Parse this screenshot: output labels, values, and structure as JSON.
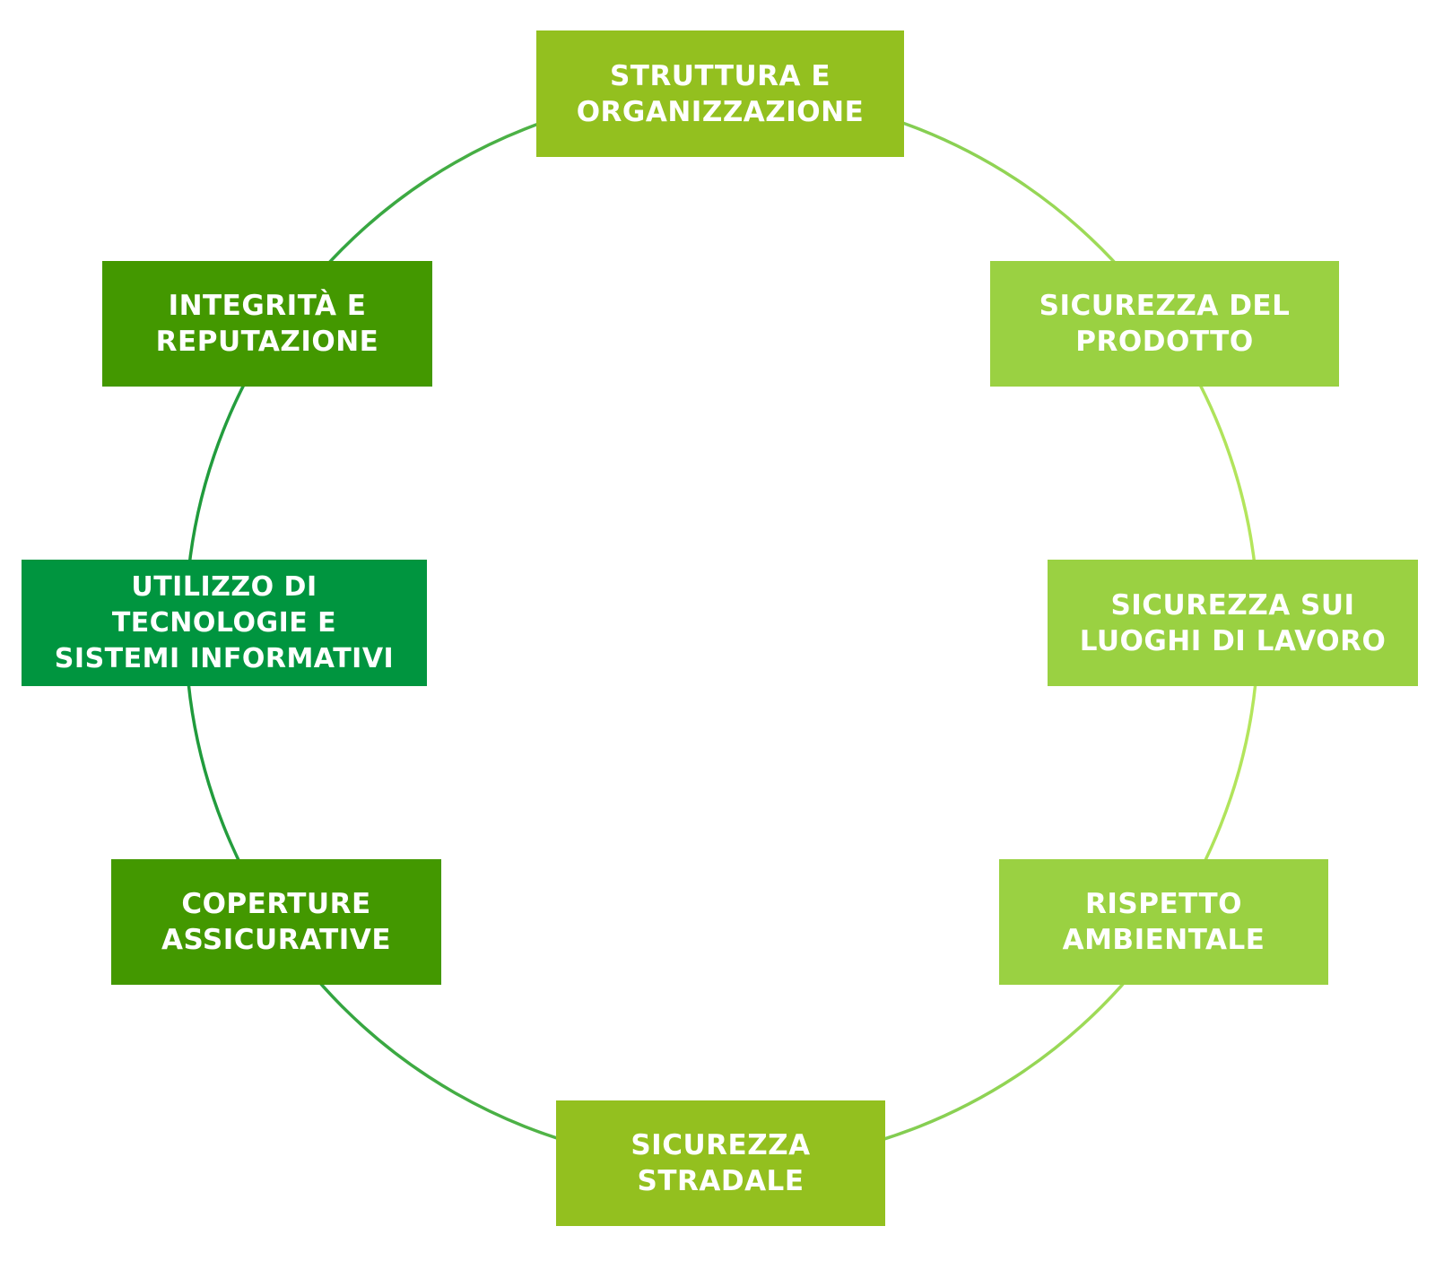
{
  "diagram": {
    "colors": {
      "ring_left": "#1e9a3c",
      "ring_right": "#b5e65c"
    },
    "nodes": [
      {
        "label": "STRUTTURA E\nORGANIZZAZIONE",
        "color": "#93c01f"
      },
      {
        "label": "SICUREZZA DEL\nPRODOTTO",
        "color": "#9ad142"
      },
      {
        "label": "SICUREZZA SUI\nLUOGHI DI LAVORO",
        "color": "#9ad142"
      },
      {
        "label": "RISPETTO\nAMBIENTALE",
        "color": "#9ad142"
      },
      {
        "label": "SICUREZZA\nSTRADALE",
        "color": "#93c01f"
      },
      {
        "label": "COPERTURE\nASSICURATIVE",
        "color": "#439800"
      },
      {
        "label": "UTILIZZO DI\nTECNOLOGIE E\nSISTEMI INFORMATIVI",
        "color": "#00953f"
      },
      {
        "label": "INTEGRITÀ E\nREPUTAZIONE",
        "color": "#439800"
      }
    ]
  }
}
